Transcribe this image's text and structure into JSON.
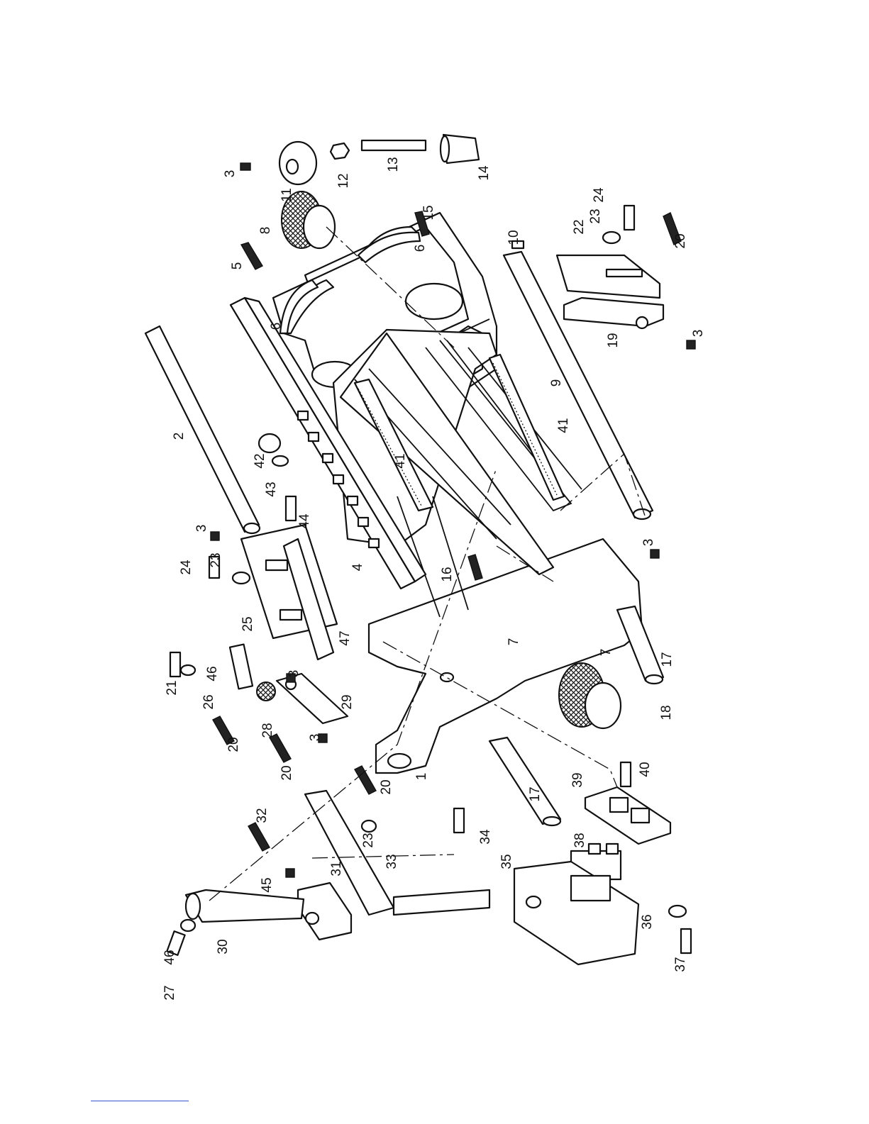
{
  "diagram": {
    "callouts": [
      {
        "label": "1"
      },
      {
        "label": "2"
      },
      {
        "label": "3"
      },
      {
        "label": "3"
      },
      {
        "label": "3"
      },
      {
        "label": "3"
      },
      {
        "label": "3"
      },
      {
        "label": "3"
      },
      {
        "label": "4"
      },
      {
        "label": "5"
      },
      {
        "label": "6"
      },
      {
        "label": "6"
      },
      {
        "label": "7"
      },
      {
        "label": "7"
      },
      {
        "label": "8"
      },
      {
        "label": "9"
      },
      {
        "label": "10"
      },
      {
        "label": "11"
      },
      {
        "label": "12"
      },
      {
        "label": "13"
      },
      {
        "label": "14"
      },
      {
        "label": "15"
      },
      {
        "label": "16"
      },
      {
        "label": "17"
      },
      {
        "label": "17"
      },
      {
        "label": "18"
      },
      {
        "label": "19"
      },
      {
        "label": "20"
      },
      {
        "label": "20"
      },
      {
        "label": "20"
      },
      {
        "label": "20"
      },
      {
        "label": "21"
      },
      {
        "label": "22"
      },
      {
        "label": "23"
      },
      {
        "label": "23"
      },
      {
        "label": "23"
      },
      {
        "label": "24"
      },
      {
        "label": "24"
      },
      {
        "label": "25"
      },
      {
        "label": "26"
      },
      {
        "label": "27"
      },
      {
        "label": "28"
      },
      {
        "label": "29"
      },
      {
        "label": "30"
      },
      {
        "label": "31"
      },
      {
        "label": "32"
      },
      {
        "label": "33"
      },
      {
        "label": "34"
      },
      {
        "label": "35"
      },
      {
        "label": "36"
      },
      {
        "label": "37"
      },
      {
        "label": "38"
      },
      {
        "label": "39"
      },
      {
        "label": "40"
      },
      {
        "label": "41"
      },
      {
        "label": "41"
      },
      {
        "label": "42"
      },
      {
        "label": "43"
      },
      {
        "label": "44"
      },
      {
        "label": "45"
      },
      {
        "label": "46"
      },
      {
        "label": "46"
      },
      {
        "label": "47"
      }
    ]
  }
}
